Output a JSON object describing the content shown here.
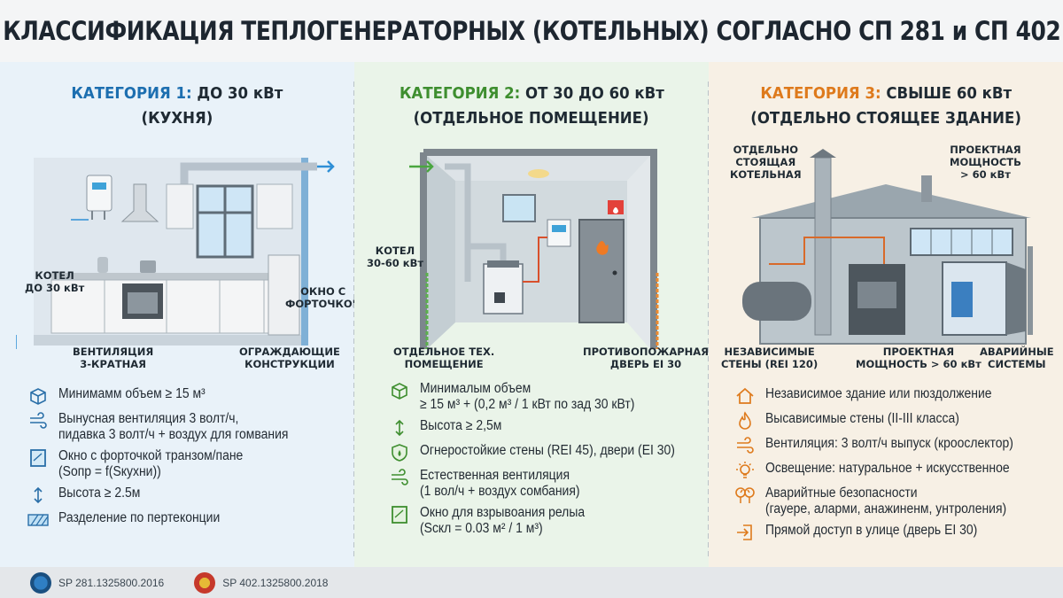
{
  "title": "КЛАССИФИКАЦИЯ ТЕПЛОГЕНЕРАТОРНЫХ (КОТЕЛЬНЫХ) СОГЛАСНО СП 281 и СП 402",
  "categories": [
    {
      "label": "КАТЕГОРИЯ 1:",
      "power": "ДО 30 кВт",
      "subtitle": "(КУХНЯ)",
      "accent": "#1d6fb0",
      "callouts": {
        "boiler": [
          "КОТЕЛ",
          "ДО 30 кВт"
        ],
        "window": [
          "ОКНО С",
          "ФОРТОЧКОЙ"
        ],
        "ventilation": [
          "ВЕНТИЛЯЦИЯ",
          "3-КРАТНАЯ"
        ],
        "walls": [
          "ОГРАЖДАЮЩИЕ",
          "КОНСТРУКЦИИ"
        ]
      },
      "features": [
        {
          "icon": "cube-icon",
          "lines": [
            "Минимамм объем ≥ 15 м³"
          ]
        },
        {
          "icon": "wind-icon",
          "lines": [
            "Вынусная вентиляция 3 волт/ч,",
            "пидавка 3 волт/ч + воздух для гомвания"
          ]
        },
        {
          "icon": "window-icon",
          "lines": [
            "Окно с форточкой транзом/пане",
            "(Sопр = f(Sкухни))"
          ]
        },
        {
          "icon": "height-icon",
          "lines": [
            "Высота ≥ 2.5м"
          ]
        },
        {
          "icon": "hatch-icon",
          "lines": [
            "Разделение по пертеконции"
          ]
        }
      ]
    },
    {
      "label": "КАТЕГОРИЯ 2:",
      "power": "ОТ 30 ДО 60 кВт",
      "subtitle": "(ОТДЕЛЬНОЕ ПОМЕЩЕНИЕ)",
      "accent": "#3e8e2f",
      "callouts": {
        "boiler": [
          "КОТЕЛ",
          "30-60 кВт"
        ],
        "room": [
          "ОТДЕЛЬНОЕ ТЕХ.",
          "ПОМЕЩЕНИЕ"
        ],
        "door": [
          "ПРОТИВОПОЖАРНАЯ",
          "ДВЕРЬ EI 30"
        ]
      },
      "features": [
        {
          "icon": "cube-icon",
          "lines": [
            "Минималым объем",
            "≥ 15 м³ + (0,2 м³ / 1 кВт по зад 30 кВт)"
          ]
        },
        {
          "icon": "height-icon",
          "lines": [
            "Высота ≥ 2,5м"
          ]
        },
        {
          "icon": "shield-icon",
          "lines": [
            "Огнеростойкие стены (REI 45), двери (EI 30)"
          ]
        },
        {
          "icon": "wind-icon",
          "lines": [
            "Естественная вентиляция",
            "(1 вол/ч + воздух сомбания)"
          ]
        },
        {
          "icon": "window-icon",
          "lines": [
            "Окно для взрывоания релыа",
            "(Sскл = 0.03 м² / 1 м³)"
          ]
        }
      ]
    },
    {
      "label": "КАТЕГОРИЯ 3:",
      "power": "СВЫШЕ 60 кВт",
      "subtitle": "(ОТДЕЛЬНО СТОЯЩЕЕ ЗДАНИЕ)",
      "accent": "#de7a1c",
      "callouts": {
        "building": [
          "ОТДЕЛЬНО",
          "СТОЯЩАЯ",
          "КОТЕЛЬНАЯ"
        ],
        "power_top": [
          "ПРОЕКТНАЯ",
          "МОЩНОСТЬ",
          "> 60 кВт"
        ],
        "walls": [
          "НЕЗАВИСИМЫЕ",
          "СТЕНЫ (REI 120)"
        ],
        "power_bottom": [
          "ПРОЕКТНАЯ",
          "МОЩНОСТЬ > 60 кВт"
        ],
        "emergency": [
          "АВАРИЙНЫЕ",
          "СИСТЕМЫ"
        ]
      },
      "features": [
        {
          "icon": "house-icon",
          "lines": [
            "Независимое здание или пюздолжение"
          ]
        },
        {
          "icon": "flame-icon",
          "lines": [
            "Высависимые стены (II-III класса)"
          ]
        },
        {
          "icon": "wind-icon",
          "lines": [
            "Вентиляция: 3 волт/ч выпуск (кроослектор)"
          ]
        },
        {
          "icon": "bulb-icon",
          "lines": [
            "Освещение: натуральное + искусственное"
          ]
        },
        {
          "icon": "gauge-icon",
          "lines": [
            "Аварийтные безопасности",
            "(гауере, аларми, анажиненм, унтроления)"
          ]
        },
        {
          "icon": "exit-icon",
          "lines": [
            "Прямой доступ в улице (дверь EI 30)"
          ]
        }
      ]
    }
  ],
  "footer": {
    "left": "SP 281.1325800.2016",
    "right": "SP 402.1325800.2018"
  }
}
